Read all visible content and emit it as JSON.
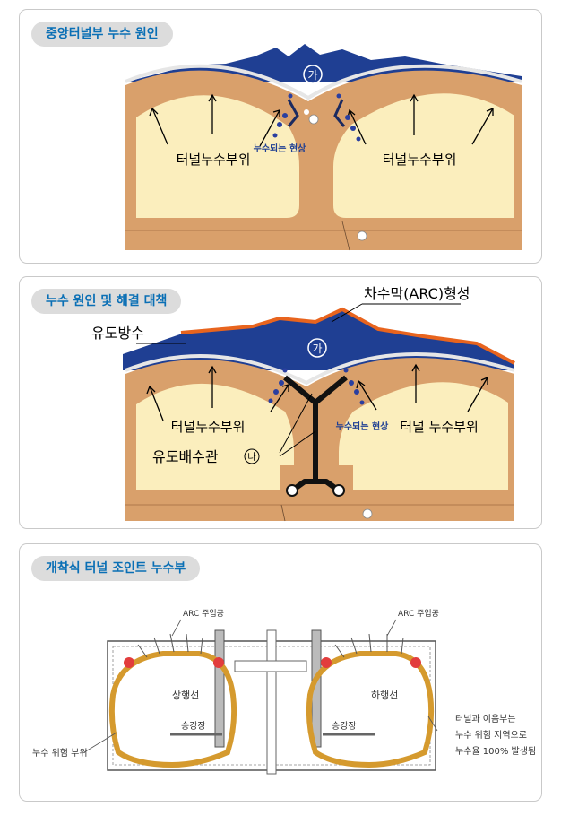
{
  "panel1": {
    "title": "중앙터널부 누수 원인",
    "marker": "가",
    "left_label": "터널누수부위",
    "leak_label": "누수되는 현상",
    "right_label": "터널누수부위"
  },
  "panel2": {
    "title": "누수 원인 및 해결 대책",
    "membrane_label": "차수막(ARC)형성",
    "drain_label": "유도방수",
    "marker": "가",
    "left_label": "터널누수부위",
    "leak_label": "누수되는 현상",
    "right_label": "터널 누수부위",
    "pipe_label": "유도배수관",
    "pipe_number": "나"
  },
  "panel3": {
    "title": "개착식 터널 조인트 누수부",
    "arc_left": "ARC 주입공",
    "arc_right": "ARC 주입공",
    "up_line": "상행선",
    "down_line": "하행선",
    "platform_left": "승강장",
    "platform_right": "승강장",
    "risk_label": "누수 위험 부위",
    "note_line1": "터널과 이음부는",
    "note_line2": "누수 위험 지역으로",
    "note_line3": "누수율 100% 발생됨"
  }
}
